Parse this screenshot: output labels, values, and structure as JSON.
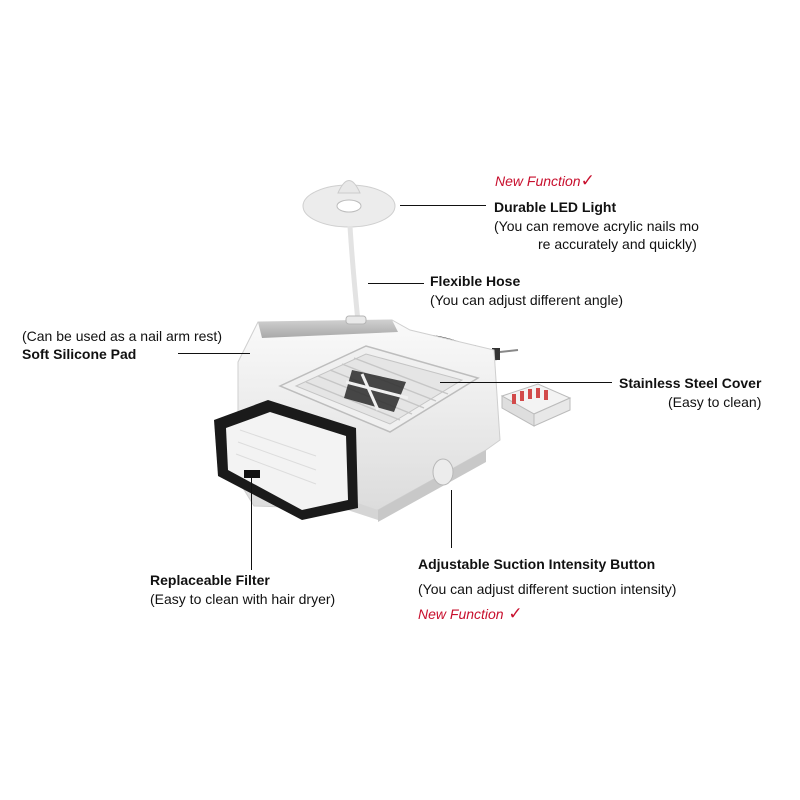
{
  "colors": {
    "accent_red": "#c8102e",
    "text": "#111111",
    "device_body": "#f4f4f4",
    "filter_frame": "#1a1a1a"
  },
  "labels": {
    "new_function_top": "New Function",
    "led_title": "Durable LED Light",
    "led_desc_1": "(You can remove acrylic nails mo",
    "led_desc_2": "re accurately and quickly)",
    "hose_title": "Flexible Hose",
    "hose_desc": "(You can adjust different angle)",
    "pad_desc": "(Can be used as a nail arm rest)",
    "pad_title": "Soft Silicone Pad",
    "cover_title": "Stainless Steel Cover",
    "cover_desc": "(Easy to clean)",
    "button_title": "Adjustable Suction Intensity Button",
    "button_desc": "(You can adjust different suction intensity)",
    "new_function_bottom": "New Function",
    "filter_title": "Replaceable Filter",
    "filter_desc": "(Easy to clean with hair dryer)"
  },
  "icons": {
    "checkmark": "check-icon"
  }
}
